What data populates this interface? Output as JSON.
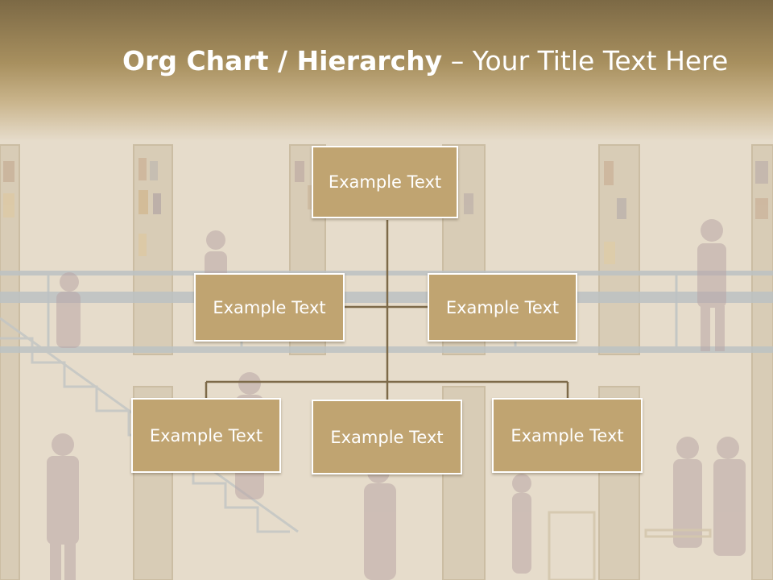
{
  "title": {
    "bold": "Org Chart / Hierarchy",
    "separator": " – ",
    "rest": "Your Title Text Here"
  },
  "org_chart": {
    "root": {
      "label": "Example Text"
    },
    "assistants": [
      {
        "label": "Example Text"
      },
      {
        "label": "Example Text"
      }
    ],
    "children": [
      {
        "label": "Example Text"
      },
      {
        "label": "Example Text"
      },
      {
        "label": "Example Text"
      }
    ]
  },
  "colors": {
    "node_fill": "#c0a471",
    "node_border": "#ffffff",
    "connector": "#7d6a49",
    "header": "#8b7650",
    "background": "#e6dccb"
  }
}
